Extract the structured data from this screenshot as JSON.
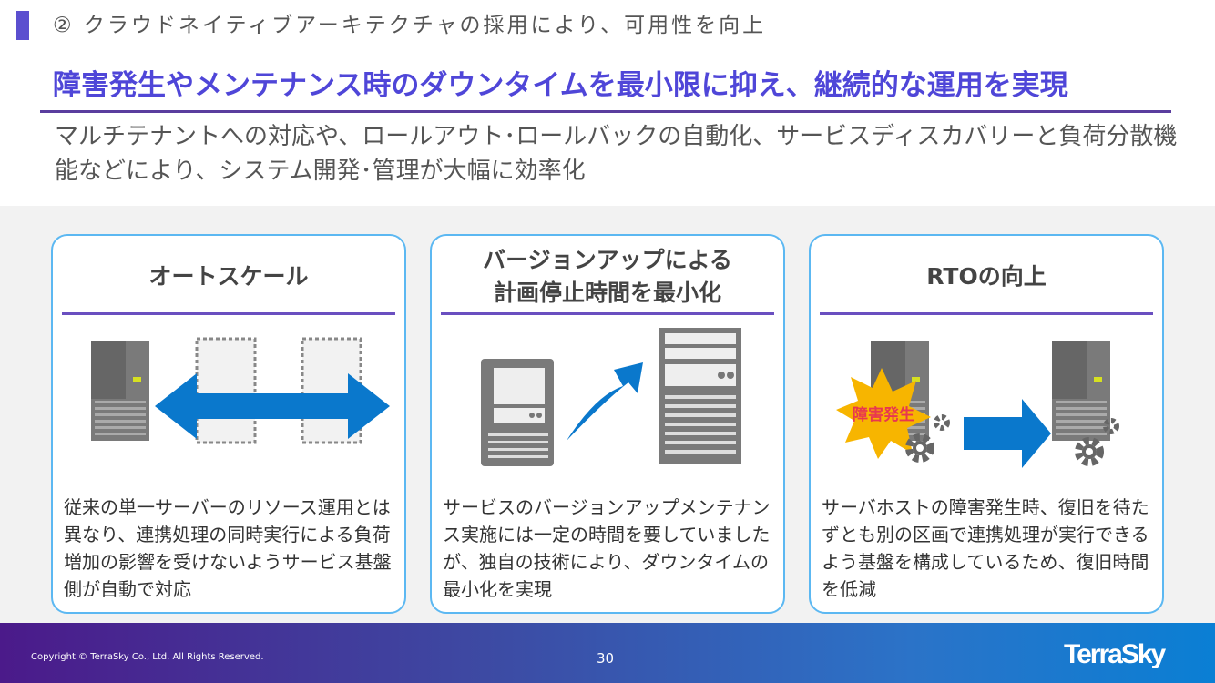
{
  "header": {
    "section_title": "② クラウドネイティブアーキテクチャの採用により、可用性を向上",
    "headline": "障害発生やメンテナンス時のダウンタイムを最小限に抑え、継続的な運用を実現",
    "lead": "マルチテナントへの対応や、ロールアウト･ロールバックの自動化、サービスディスカバリーと負荷分散機能などにより、システム開発･管理が大幅に効率化"
  },
  "cards": [
    {
      "title": "オートスケール",
      "body": "従来の単一サーバーのリソース運用とは異なり、連携処理の同時実行による負荷増加の影響を受けないようサービス基盤側が自動で対応"
    },
    {
      "title_line1": "バージョンアップによる",
      "title_line2": "計画停止時間を最小化",
      "body": "サービスのバージョンアップメンテナンス実施には一定の時間を要していましたが、独自の技術により、ダウンタイムの最小化を実現"
    },
    {
      "title": "RTOの向上",
      "badge": "障害発生",
      "body": "サーバホストの障害発生時、復旧を待たずとも別の区画で連携処理が実行できるよう基盤を構成しているため、復旧時間を低減"
    }
  ],
  "footer": {
    "copyright": "Copyright © TerraSky Co., Ltd. All Rights Reserved.",
    "page_number": "30",
    "logo": "TerraSky"
  }
}
